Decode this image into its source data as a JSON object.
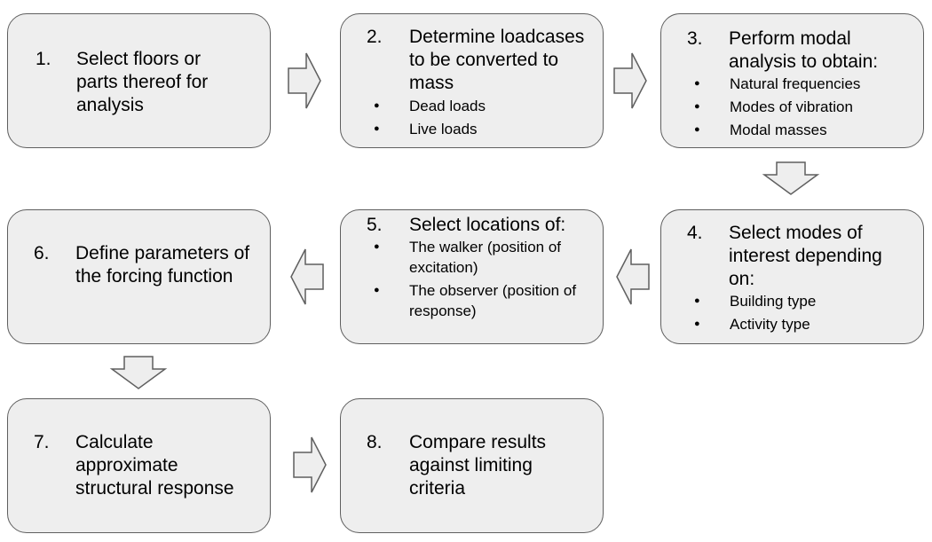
{
  "steps": [
    {
      "number": "1.",
      "text": "Select floors or parts thereof for analysis",
      "bullets": []
    },
    {
      "number": "2.",
      "text": "Determine loadcases to be converted to mass",
      "bullets": [
        "Dead loads",
        "Live loads"
      ]
    },
    {
      "number": "3.",
      "text": "Perform modal analysis to obtain:",
      "bullets": [
        "Natural frequencies",
        "Modes of vibration",
        "Modal masses"
      ]
    },
    {
      "number": "4.",
      "text": "Select modes of interest depending on:",
      "bullets": [
        "Building type",
        "Activity type"
      ]
    },
    {
      "number": "5.",
      "text": "Select locations of:",
      "bullets": [
        "The walker (position of excitation)",
        "The observer (position of response)"
      ]
    },
    {
      "number": "6.",
      "text": "Define parameters of the forcing function",
      "bullets": []
    },
    {
      "number": "7.",
      "text": "Calculate approximate structural response",
      "bullets": []
    },
    {
      "number": "8.",
      "text": "Compare results against limiting criteria",
      "bullets": []
    }
  ],
  "arrows": [
    {
      "from": "1.",
      "to": "2.",
      "direction": "right"
    },
    {
      "from": "2.",
      "to": "3.",
      "direction": "right"
    },
    {
      "from": "3.",
      "to": "4.",
      "direction": "down"
    },
    {
      "from": "4.",
      "to": "5.",
      "direction": "left"
    },
    {
      "from": "5.",
      "to": "6.",
      "direction": "left"
    },
    {
      "from": "6.",
      "to": "7.",
      "direction": "down"
    },
    {
      "from": "7.",
      "to": "8.",
      "direction": "right"
    }
  ],
  "colors": {
    "box_fill": "#eeeeee",
    "box_border": "#5f5f5f",
    "text": "#000000"
  }
}
